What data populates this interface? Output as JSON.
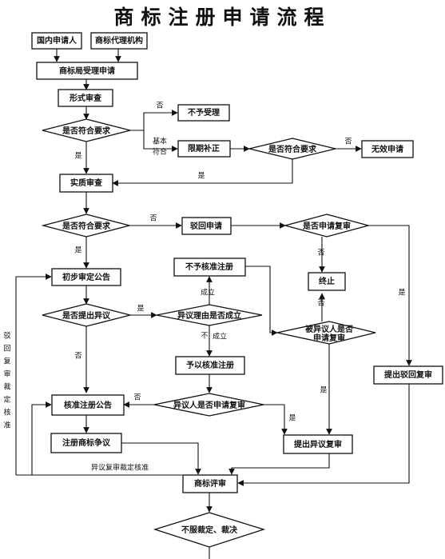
{
  "title": "商标注册申请流程",
  "nodes": {
    "domestic_applicant": "国内申请人",
    "agency": "商标代理机构",
    "office_accepts": "商标局受理申请",
    "formal_review": "形式审查",
    "meets_req_1": "是否符合要求",
    "reject_accept": "不予受理",
    "correct_in_time": "限期补正",
    "meets_req_2": "是否符合要求",
    "invalid": "无效申请",
    "substantive_review": "实质审查",
    "meets_req_3": "是否符合要求",
    "rejection": "驳回申请",
    "apply_review": "是否申请复审",
    "terminate": "终止",
    "prelim_announce": "初步审定公告",
    "objection_raised": "是否提出异议",
    "objection_valid": "异议理由是否成立",
    "not_approve_reg": "不予核准注册",
    "opposed_review": "被异议人是否申请复审",
    "approve_reg_1": "予以核准注册",
    "objector_review": "异议人是否申请复审",
    "approve_announce": "核准注册公告",
    "submit_reject_review": "提出驳回复审",
    "dispute": "注册商标争议",
    "submit_obj_review": "提出异议复审",
    "trab_review": "商标评审",
    "unsatisfied": "不服裁定、裁决"
  },
  "labels": {
    "no": "否",
    "yes": "是",
    "basic_1": "基本",
    "basic_2": "符合",
    "valid": "成立",
    "not": "不",
    "valid2": "成立",
    "obj_review_verdict": "异议复审裁定核准"
  },
  "side_text": [
    "驳",
    "回",
    "复",
    "审",
    "裁",
    "定",
    "核",
    "准"
  ]
}
